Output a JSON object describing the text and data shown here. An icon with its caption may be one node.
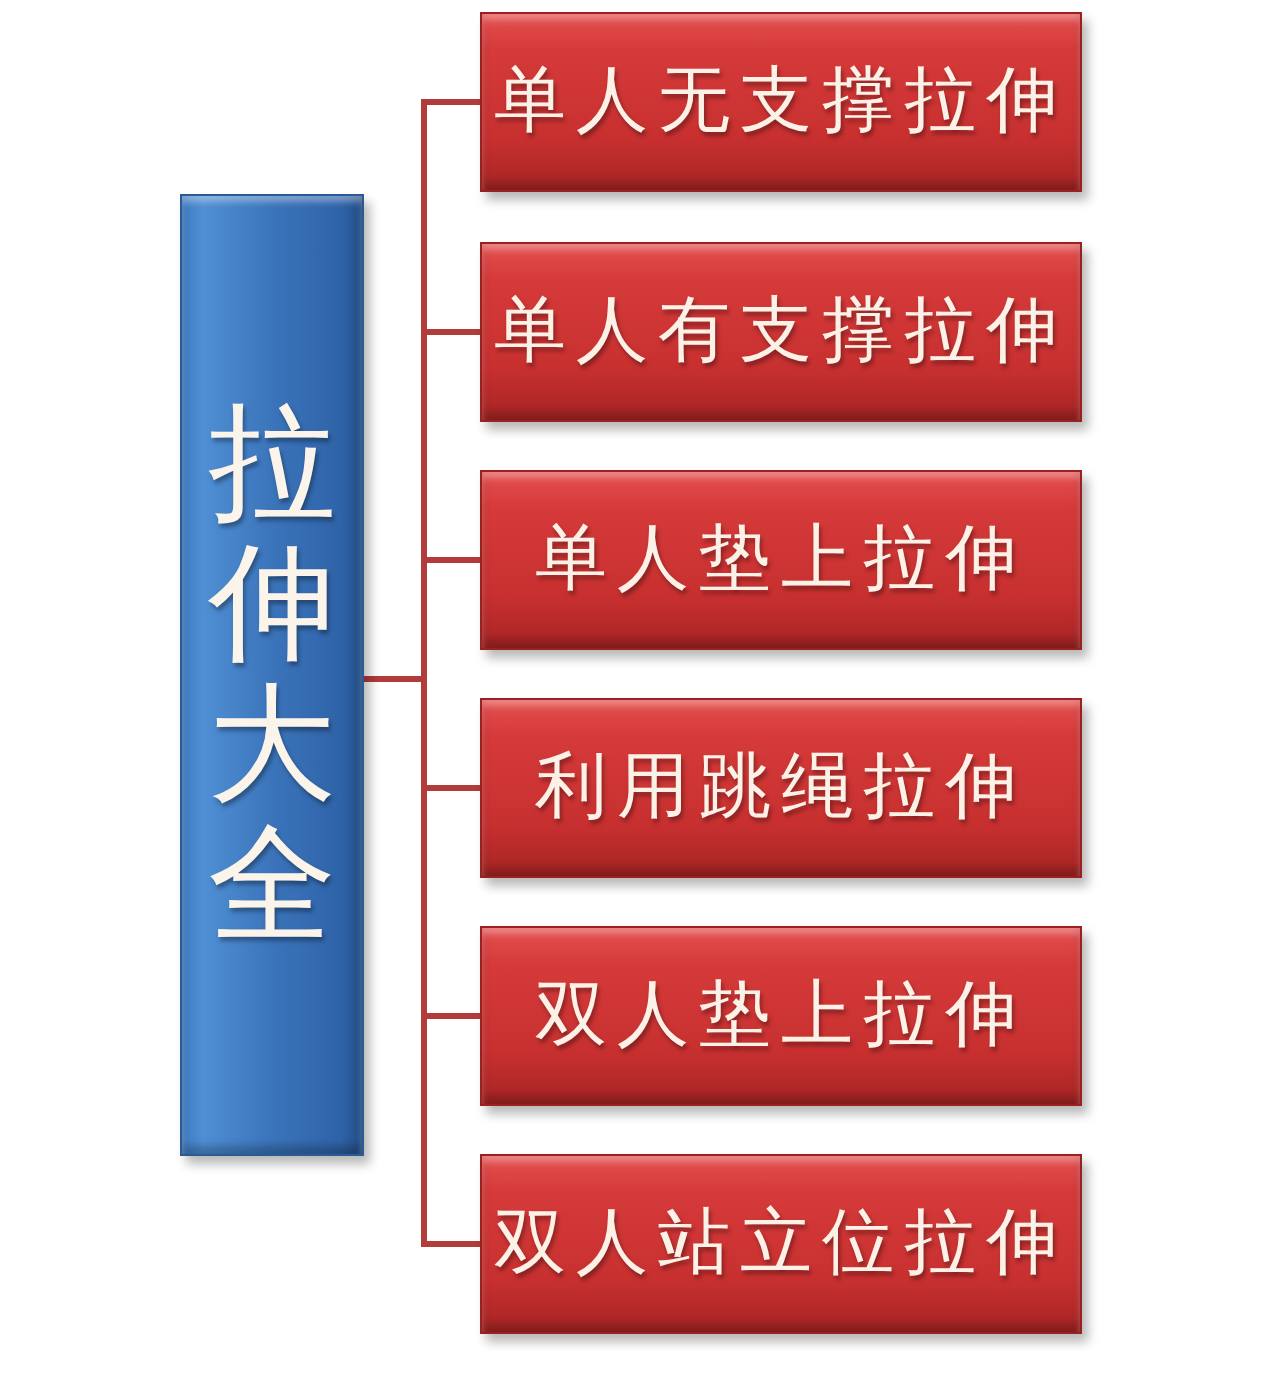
{
  "diagram": {
    "nodes": [
      {
        "text": [
          "拉伸大全"
        ]
      },
      {
        "text": [
          "单人无支撑拉伸"
        ]
      },
      {
        "text": [
          "单人有支撑拉伸"
        ]
      },
      {
        "text": [
          "单人垫上拉伸"
        ]
      },
      {
        "text": [
          "利用跳绳拉伸"
        ]
      },
      {
        "text": [
          "双人垫上拉伸"
        ]
      },
      {
        "text": [
          "双人站立位拉伸"
        ]
      }
    ],
    "edges": [
      {
        "from": 0,
        "to": 1,
        "arrow": "none"
      },
      {
        "from": 0,
        "to": 2,
        "arrow": "none"
      },
      {
        "from": 0,
        "to": 3,
        "arrow": "none"
      },
      {
        "from": 0,
        "to": 4,
        "arrow": "none"
      },
      {
        "from": 0,
        "to": 5,
        "arrow": "none"
      },
      {
        "from": 0,
        "to": 6,
        "arrow": "none"
      }
    ]
  }
}
